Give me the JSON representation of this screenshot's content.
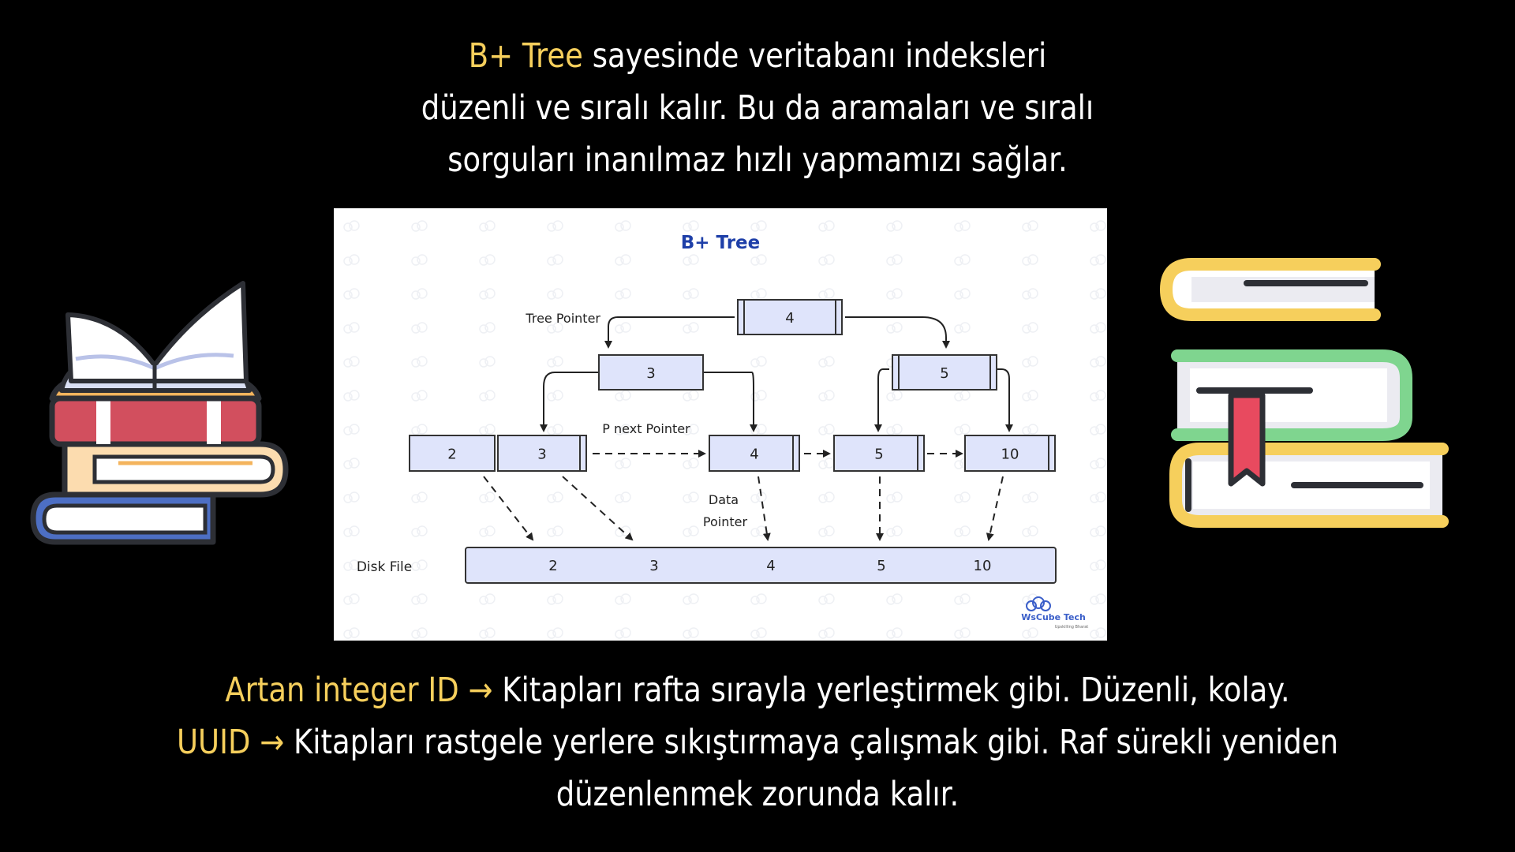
{
  "intro": {
    "line1_highlight": "B+ Tree",
    "line1_rest": " sayesinde veritabanı indeksleri",
    "line2": "düzenli ve sıralı kalır. Bu da aramaları ve sıralı",
    "line3": "sorguları inanılmaz hızlı yapmamızı sağlar."
  },
  "diagram": {
    "title": "B+ Tree",
    "labels": {
      "tree_pointer": "Tree Pointer",
      "p_next_pointer": "P next Pointer",
      "data_pointer_1": "Data",
      "data_pointer_2": "Pointer",
      "disk_file": "Disk File"
    },
    "root_key": "4",
    "internal_keys": [
      "3",
      "5"
    ],
    "leaf_keys": [
      "2",
      "3",
      "4",
      "5",
      "10"
    ],
    "disk_keys": [
      "2",
      "3",
      "4",
      "5",
      "10"
    ],
    "watermark_brand": "WsCube Tech",
    "watermark_tagline": "Upskilling Bharat",
    "colors": {
      "node_fill": "#dfe4fb",
      "node_stroke": "#333333",
      "title": "#1e3fa8"
    }
  },
  "comparison": {
    "row1_highlight": "Artan integer ID →",
    "row1_rest": " Kitapları rafta sırayla yerleştirmek gibi. Düzenli, kolay.",
    "row2_highlight": "UUID →",
    "row2_rest": " Kitapları rastgele yerlere sıkıştırmaya çalışmak gibi. Raf sürekli yeniden",
    "row3": "düzenlenmek zorunda kalır."
  },
  "icons": {
    "left": "book-stack-open-book-icon",
    "right": "book-stack-bookmark-icon"
  },
  "colors": {
    "background": "#000000",
    "highlight": "#f6cf5c",
    "text": "#ffffff"
  }
}
